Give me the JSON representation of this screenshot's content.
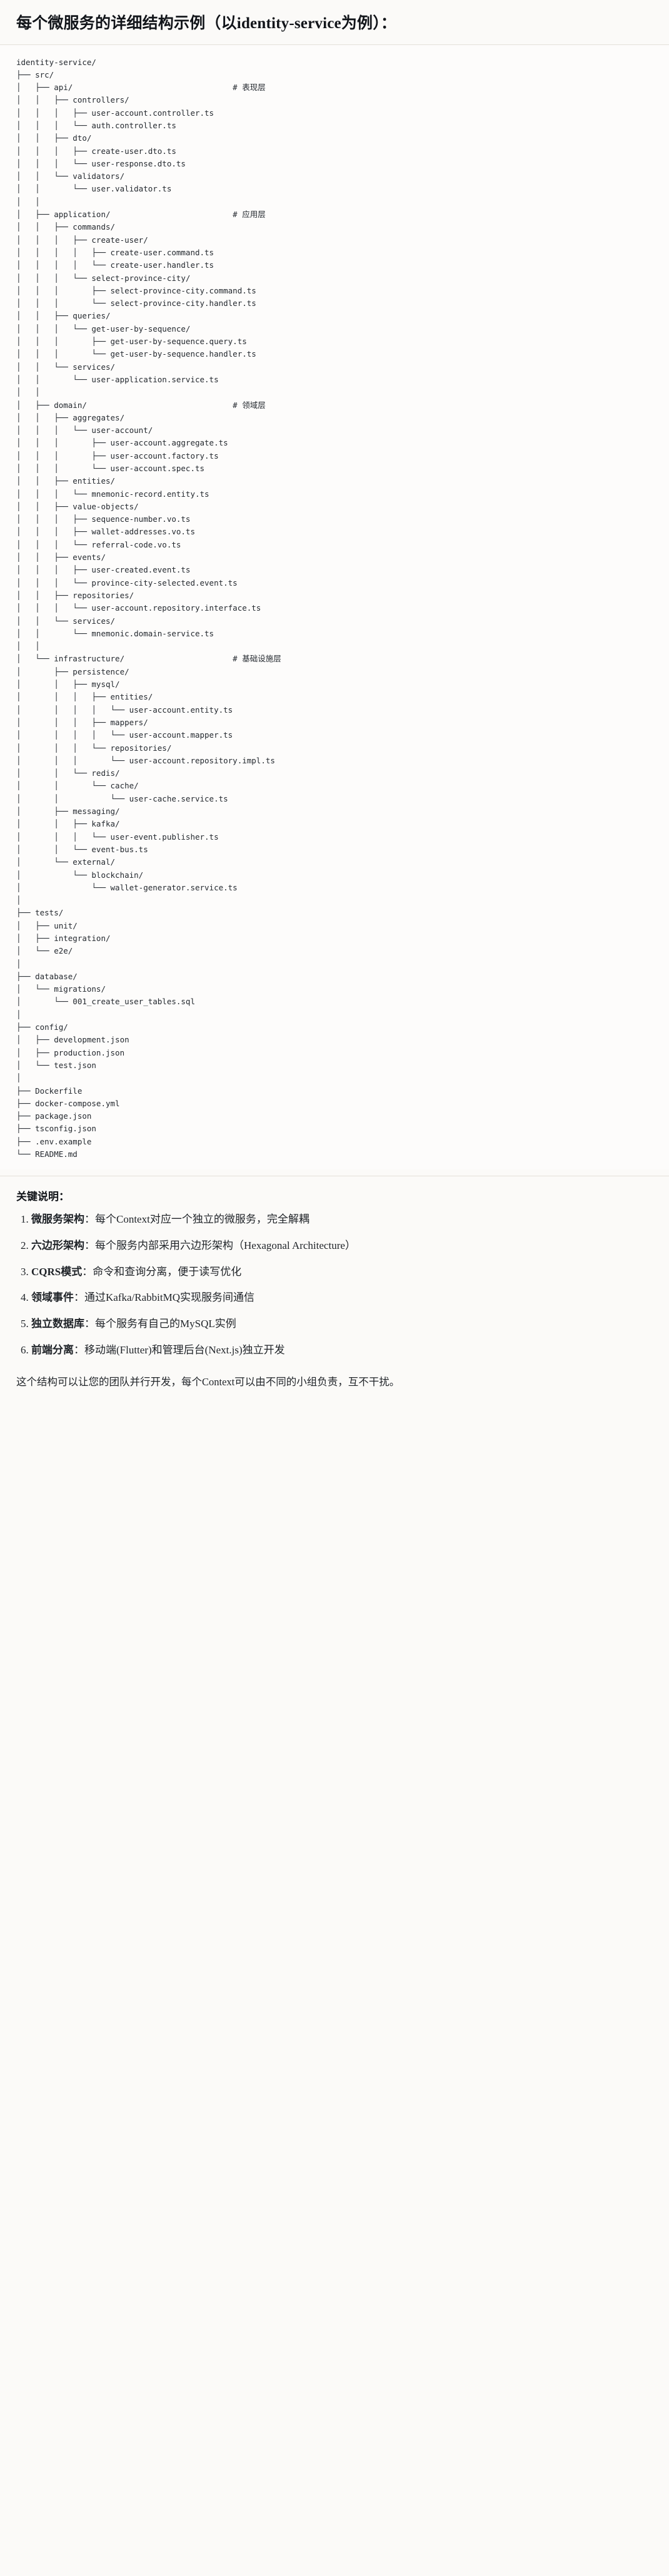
{
  "document": {
    "title": "每个微服务的详细结构示例（以identity-service为例）：",
    "service_name": "identity-service"
  },
  "tree": {
    "comment_column": 46,
    "lines": [
      {
        "prefix": "",
        "name": "identity-service/",
        "comment": ""
      },
      {
        "prefix": "├── ",
        "name": "src/",
        "comment": ""
      },
      {
        "prefix": "│   ├── ",
        "name": "api/",
        "comment": "# 表现层"
      },
      {
        "prefix": "│   │   ├── ",
        "name": "controllers/",
        "comment": ""
      },
      {
        "prefix": "│   │   │   ├── ",
        "name": "user-account.controller.ts",
        "comment": ""
      },
      {
        "prefix": "│   │   │   └── ",
        "name": "auth.controller.ts",
        "comment": ""
      },
      {
        "prefix": "│   │   ├── ",
        "name": "dto/",
        "comment": ""
      },
      {
        "prefix": "│   │   │   ├── ",
        "name": "create-user.dto.ts",
        "comment": ""
      },
      {
        "prefix": "│   │   │   └── ",
        "name": "user-response.dto.ts",
        "comment": ""
      },
      {
        "prefix": "│   │   └── ",
        "name": "validators/",
        "comment": ""
      },
      {
        "prefix": "│   │       └── ",
        "name": "user.validator.ts",
        "comment": ""
      },
      {
        "prefix": "│   │",
        "name": "",
        "comment": ""
      },
      {
        "prefix": "│   ├── ",
        "name": "application/",
        "comment": "# 应用层"
      },
      {
        "prefix": "│   │   ├── ",
        "name": "commands/",
        "comment": ""
      },
      {
        "prefix": "│   │   │   ├── ",
        "name": "create-user/",
        "comment": ""
      },
      {
        "prefix": "│   │   │   │   ├── ",
        "name": "create-user.command.ts",
        "comment": ""
      },
      {
        "prefix": "│   │   │   │   └── ",
        "name": "create-user.handler.ts",
        "comment": ""
      },
      {
        "prefix": "│   │   │   └── ",
        "name": "select-province-city/",
        "comment": ""
      },
      {
        "prefix": "│   │   │       ├── ",
        "name": "select-province-city.command.ts",
        "comment": ""
      },
      {
        "prefix": "│   │   │       └── ",
        "name": "select-province-city.handler.ts",
        "comment": ""
      },
      {
        "prefix": "│   │   ├── ",
        "name": "queries/",
        "comment": ""
      },
      {
        "prefix": "│   │   │   └── ",
        "name": "get-user-by-sequence/",
        "comment": ""
      },
      {
        "prefix": "│   │   │       ├── ",
        "name": "get-user-by-sequence.query.ts",
        "comment": ""
      },
      {
        "prefix": "│   │   │       └── ",
        "name": "get-user-by-sequence.handler.ts",
        "comment": ""
      },
      {
        "prefix": "│   │   └── ",
        "name": "services/",
        "comment": ""
      },
      {
        "prefix": "│   │       └── ",
        "name": "user-application.service.ts",
        "comment": ""
      },
      {
        "prefix": "│   │",
        "name": "",
        "comment": ""
      },
      {
        "prefix": "│   ├── ",
        "name": "domain/",
        "comment": "# 领域层"
      },
      {
        "prefix": "│   │   ├── ",
        "name": "aggregates/",
        "comment": ""
      },
      {
        "prefix": "│   │   │   └── ",
        "name": "user-account/",
        "comment": ""
      },
      {
        "prefix": "│   │   │       ├── ",
        "name": "user-account.aggregate.ts",
        "comment": ""
      },
      {
        "prefix": "│   │   │       ├── ",
        "name": "user-account.factory.ts",
        "comment": ""
      },
      {
        "prefix": "│   │   │       └── ",
        "name": "user-account.spec.ts",
        "comment": ""
      },
      {
        "prefix": "│   │   ├── ",
        "name": "entities/",
        "comment": ""
      },
      {
        "prefix": "│   │   │   └── ",
        "name": "mnemonic-record.entity.ts",
        "comment": ""
      },
      {
        "prefix": "│   │   ├── ",
        "name": "value-objects/",
        "comment": ""
      },
      {
        "prefix": "│   │   │   ├── ",
        "name": "sequence-number.vo.ts",
        "comment": ""
      },
      {
        "prefix": "│   │   │   ├── ",
        "name": "wallet-addresses.vo.ts",
        "comment": ""
      },
      {
        "prefix": "│   │   │   └── ",
        "name": "referral-code.vo.ts",
        "comment": ""
      },
      {
        "prefix": "│   │   ├── ",
        "name": "events/",
        "comment": ""
      },
      {
        "prefix": "│   │   │   ├── ",
        "name": "user-created.event.ts",
        "comment": ""
      },
      {
        "prefix": "│   │   │   └── ",
        "name": "province-city-selected.event.ts",
        "comment": ""
      },
      {
        "prefix": "│   │   ├── ",
        "name": "repositories/",
        "comment": ""
      },
      {
        "prefix": "│   │   │   └── ",
        "name": "user-account.repository.interface.ts",
        "comment": ""
      },
      {
        "prefix": "│   │   └── ",
        "name": "services/",
        "comment": ""
      },
      {
        "prefix": "│   │       └── ",
        "name": "mnemonic.domain-service.ts",
        "comment": ""
      },
      {
        "prefix": "│   │",
        "name": "",
        "comment": ""
      },
      {
        "prefix": "│   └── ",
        "name": "infrastructure/",
        "comment": "# 基础设施层"
      },
      {
        "prefix": "│       ├── ",
        "name": "persistence/",
        "comment": ""
      },
      {
        "prefix": "│       │   ├── ",
        "name": "mysql/",
        "comment": ""
      },
      {
        "prefix": "│       │   │   ├── ",
        "name": "entities/",
        "comment": ""
      },
      {
        "prefix": "│       │   │   │   └── ",
        "name": "user-account.entity.ts",
        "comment": ""
      },
      {
        "prefix": "│       │   │   ├── ",
        "name": "mappers/",
        "comment": ""
      },
      {
        "prefix": "│       │   │   │   └── ",
        "name": "user-account.mapper.ts",
        "comment": ""
      },
      {
        "prefix": "│       │   │   └── ",
        "name": "repositories/",
        "comment": ""
      },
      {
        "prefix": "│       │   │       └── ",
        "name": "user-account.repository.impl.ts",
        "comment": ""
      },
      {
        "prefix": "│       │   └── ",
        "name": "redis/",
        "comment": ""
      },
      {
        "prefix": "│       │       └── ",
        "name": "cache/",
        "comment": ""
      },
      {
        "prefix": "│       │           └── ",
        "name": "user-cache.service.ts",
        "comment": ""
      },
      {
        "prefix": "│       ├── ",
        "name": "messaging/",
        "comment": ""
      },
      {
        "prefix": "│       │   ├── ",
        "name": "kafka/",
        "comment": ""
      },
      {
        "prefix": "│       │   │   └── ",
        "name": "user-event.publisher.ts",
        "comment": ""
      },
      {
        "prefix": "│       │   └── ",
        "name": "event-bus.ts",
        "comment": ""
      },
      {
        "prefix": "│       └── ",
        "name": "external/",
        "comment": ""
      },
      {
        "prefix": "│           └── ",
        "name": "blockchain/",
        "comment": ""
      },
      {
        "prefix": "│               └── ",
        "name": "wallet-generator.service.ts",
        "comment": ""
      },
      {
        "prefix": "│",
        "name": "",
        "comment": ""
      },
      {
        "prefix": "├── ",
        "name": "tests/",
        "comment": ""
      },
      {
        "prefix": "│   ├── ",
        "name": "unit/",
        "comment": ""
      },
      {
        "prefix": "│   ├── ",
        "name": "integration/",
        "comment": ""
      },
      {
        "prefix": "│   └── ",
        "name": "e2e/",
        "comment": ""
      },
      {
        "prefix": "│",
        "name": "",
        "comment": ""
      },
      {
        "prefix": "├── ",
        "name": "database/",
        "comment": ""
      },
      {
        "prefix": "│   └── ",
        "name": "migrations/",
        "comment": ""
      },
      {
        "prefix": "│       └── ",
        "name": "001_create_user_tables.sql",
        "comment": ""
      },
      {
        "prefix": "│",
        "name": "",
        "comment": ""
      },
      {
        "prefix": "├── ",
        "name": "config/",
        "comment": ""
      },
      {
        "prefix": "│   ├── ",
        "name": "development.json",
        "comment": ""
      },
      {
        "prefix": "│   ├── ",
        "name": "production.json",
        "comment": ""
      },
      {
        "prefix": "│   └── ",
        "name": "test.json",
        "comment": ""
      },
      {
        "prefix": "│",
        "name": "",
        "comment": ""
      },
      {
        "prefix": "├── ",
        "name": "Dockerfile",
        "comment": ""
      },
      {
        "prefix": "├── ",
        "name": "docker-compose.yml",
        "comment": ""
      },
      {
        "prefix": "├── ",
        "name": "package.json",
        "comment": ""
      },
      {
        "prefix": "├── ",
        "name": "tsconfig.json",
        "comment": ""
      },
      {
        "prefix": "├── ",
        "name": ".env.example",
        "comment": ""
      },
      {
        "prefix": "└── ",
        "name": "README.md",
        "comment": ""
      }
    ]
  },
  "key_points": {
    "heading": "关键说明：",
    "items": [
      {
        "term": "微服务架构",
        "sep": "：",
        "desc": "每个Context对应一个独立的微服务，完全解耦"
      },
      {
        "term": "六边形架构",
        "sep": "：",
        "desc": "每个服务内部采用六边形架构（Hexagonal Architecture）"
      },
      {
        "term": "CQRS模式",
        "sep": "：",
        "desc": "命令和查询分离，便于读写优化"
      },
      {
        "term": "领域事件",
        "sep": "：",
        "desc": "通过Kafka/RabbitMQ实现服务间通信"
      },
      {
        "term": "独立数据库",
        "sep": "：",
        "desc": "每个服务有自己的MySQL实例"
      },
      {
        "term": "前端分离",
        "sep": "：",
        "desc": "移动端(Flutter)和管理后台(Next.js)独立开发"
      }
    ],
    "closing": "这个结构可以让您的团队并行开发，每个Context可以由不同的小组负责，互不干扰。"
  }
}
